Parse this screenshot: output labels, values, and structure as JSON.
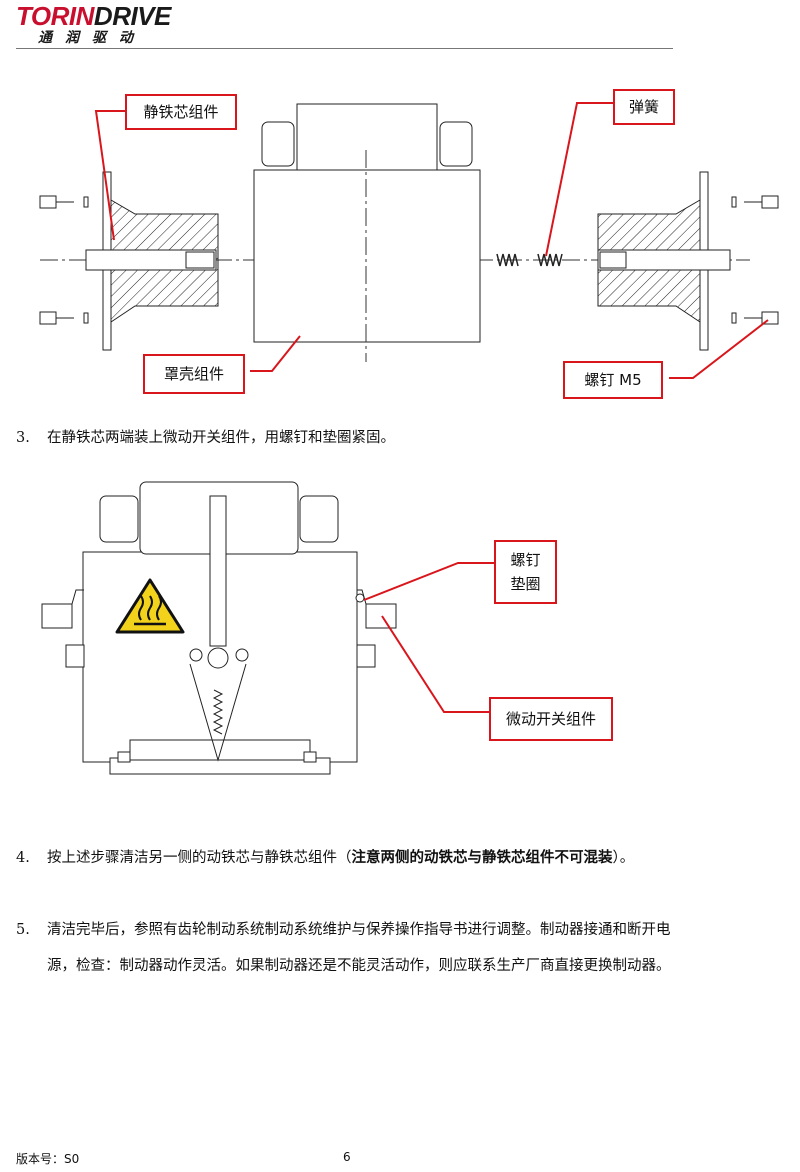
{
  "header": {
    "logo_torin": "TORIN",
    "logo_drive": "DRIVE",
    "logo_sub": "通润驱动"
  },
  "figure1": {
    "labels": {
      "static_core": "静铁芯组件",
      "spring": "弹簧",
      "cover": "罩壳组件",
      "screw": "螺钉 M5"
    }
  },
  "step3": {
    "num": "3.",
    "text": "在静铁芯两端装上微动开关组件，用螺钉和垫圈紧固。"
  },
  "figure2": {
    "labels": {
      "screw_line1": "螺钉",
      "screw_line2": "垫圈",
      "microswitch": "微动开关组件"
    }
  },
  "step4": {
    "num": "4.",
    "text_before": "按上述步骤清洁另一侧的动铁芯与静铁芯组件（",
    "text_bold": "注意两侧的动铁芯与静铁芯组件不可混装",
    "text_after": "）。"
  },
  "step5": {
    "num": "5.",
    "text": "清洁完毕后，参照有齿轮制动系统制动系统维护与保养操作指导书进行调整。制动器接通和断开电源，检查：制动器动作灵活。如果制动器还是不能灵活动作，则应联系生产厂商直接更换制动器。"
  },
  "footer": {
    "version": "版本号：S0",
    "page": "6"
  },
  "colors": {
    "brand_red": "#c8102e",
    "callout_red": "#d9161c",
    "warning_yellow": "#f2d21a"
  }
}
